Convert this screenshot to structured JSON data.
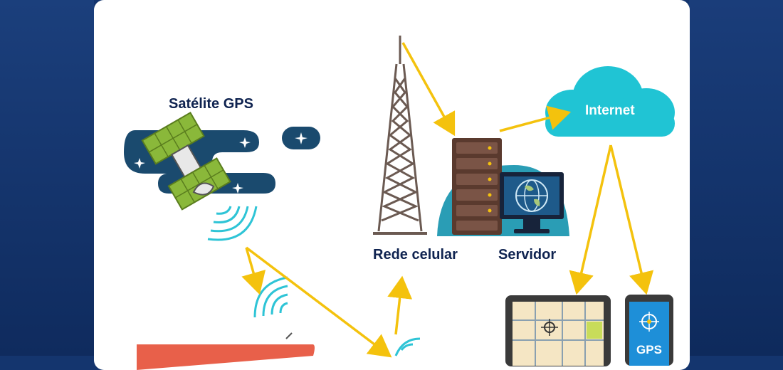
{
  "diagram": {
    "nodes": {
      "satellite": {
        "label": "Satélite GPS"
      },
      "tower": {
        "label": "Rede celular"
      },
      "server": {
        "label": "Servidor"
      },
      "internet": {
        "label": "Internet"
      },
      "phone": {
        "screen_text": "GPS"
      }
    },
    "colors": {
      "arrow": "#f4c20d",
      "navy": "#1a4a6e",
      "teal": "#2ec4d6",
      "cloud": "#20c4d4",
      "label": "#0f2350"
    }
  }
}
